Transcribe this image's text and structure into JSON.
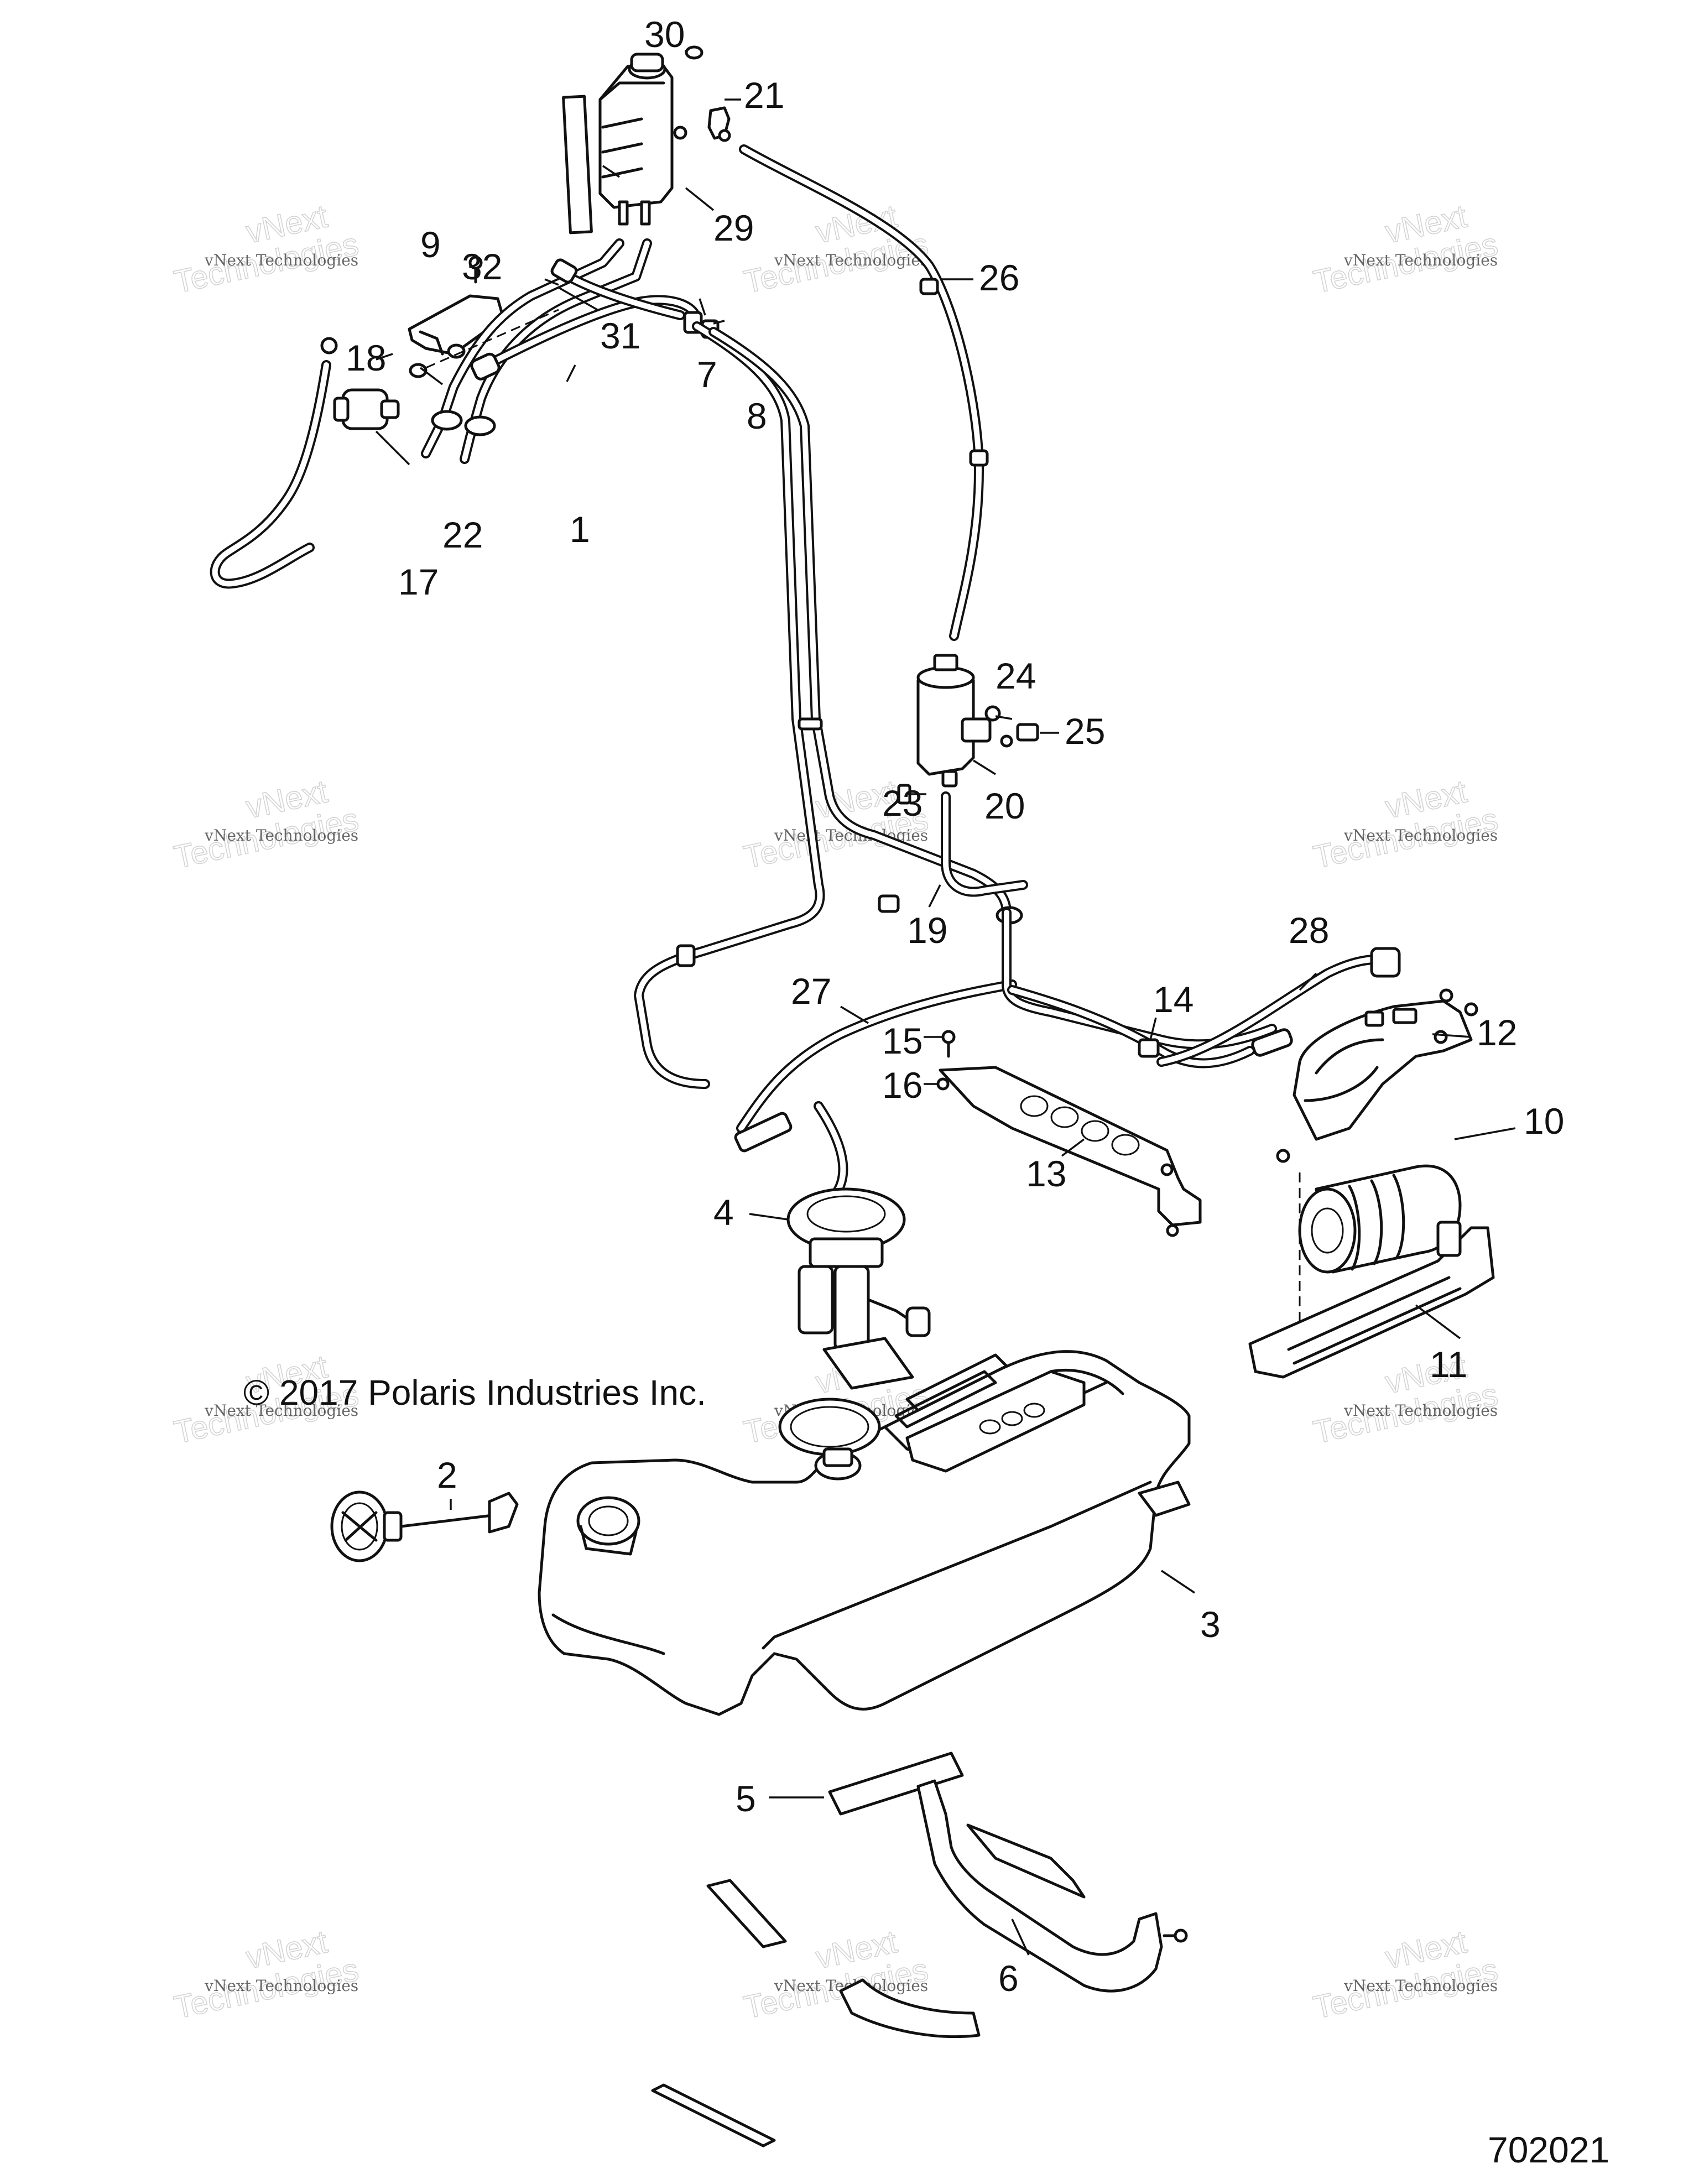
{
  "copyright": "© 2017 Polaris Industries Inc.",
  "diagram_number": "702021",
  "watermark": {
    "line1": "vNext Technologies",
    "line2": "Technologies",
    "line3": "vNext"
  },
  "callouts": [
    "1",
    "2",
    "3",
    "4",
    "5",
    "6",
    "7",
    "8",
    "9",
    "10",
    "11",
    "12",
    "13",
    "14",
    "15",
    "16",
    "17",
    "18",
    "19",
    "20",
    "21",
    "22",
    "23",
    "24",
    "25",
    "26",
    "27",
    "28",
    "29",
    "30",
    "31",
    "32"
  ],
  "colors": {
    "line": "#111111",
    "background": "#ffffff",
    "watermark": "#cfcfcf"
  }
}
